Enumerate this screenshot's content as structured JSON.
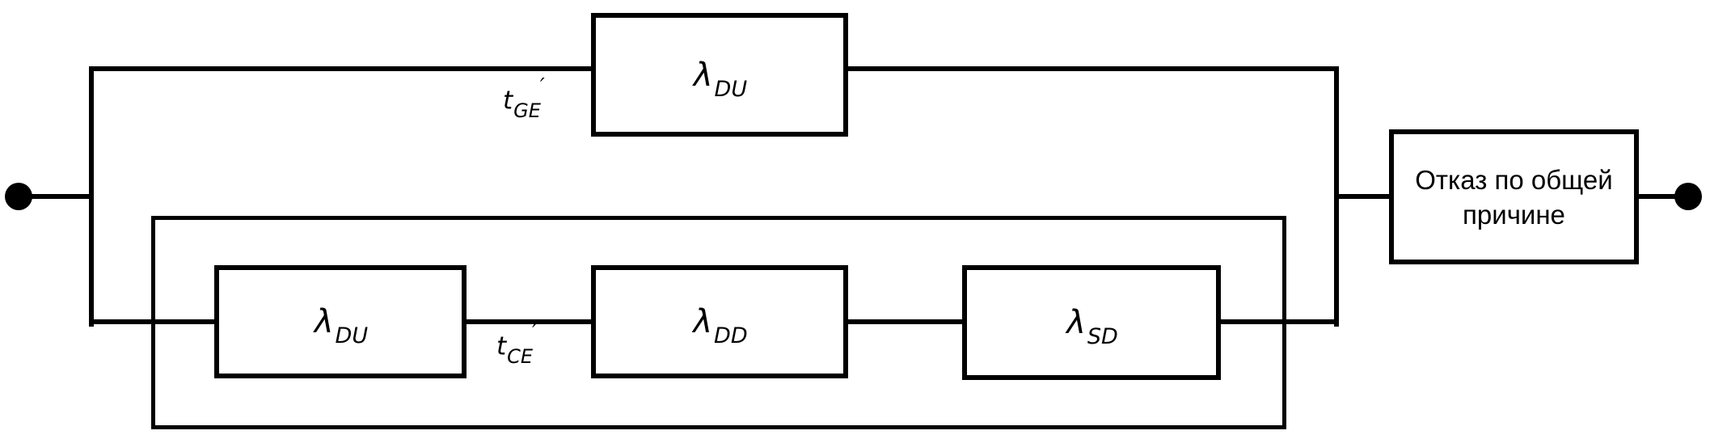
{
  "diagram": {
    "blocks": {
      "top_lambda_du": {
        "symbol": "λ",
        "subscript": "DU"
      },
      "inner_lambda_du": {
        "symbol": "λ",
        "subscript": "DU"
      },
      "inner_lambda_dd": {
        "symbol": "λ",
        "subscript": "DD"
      },
      "inner_lambda_sd": {
        "symbol": "λ",
        "subscript": "SD"
      },
      "common_cause": {
        "line1": "Отказ по общей",
        "line2": "причине"
      }
    },
    "annotations": {
      "t_ge": {
        "symbol": "t",
        "subscript": "GE",
        "prime": "′"
      },
      "t_ce": {
        "symbol": "t",
        "subscript": "CE",
        "prime": "′"
      }
    },
    "colors": {
      "stroke": "#000000",
      "background": "#ffffff",
      "block_fill": "#ffffff"
    }
  }
}
